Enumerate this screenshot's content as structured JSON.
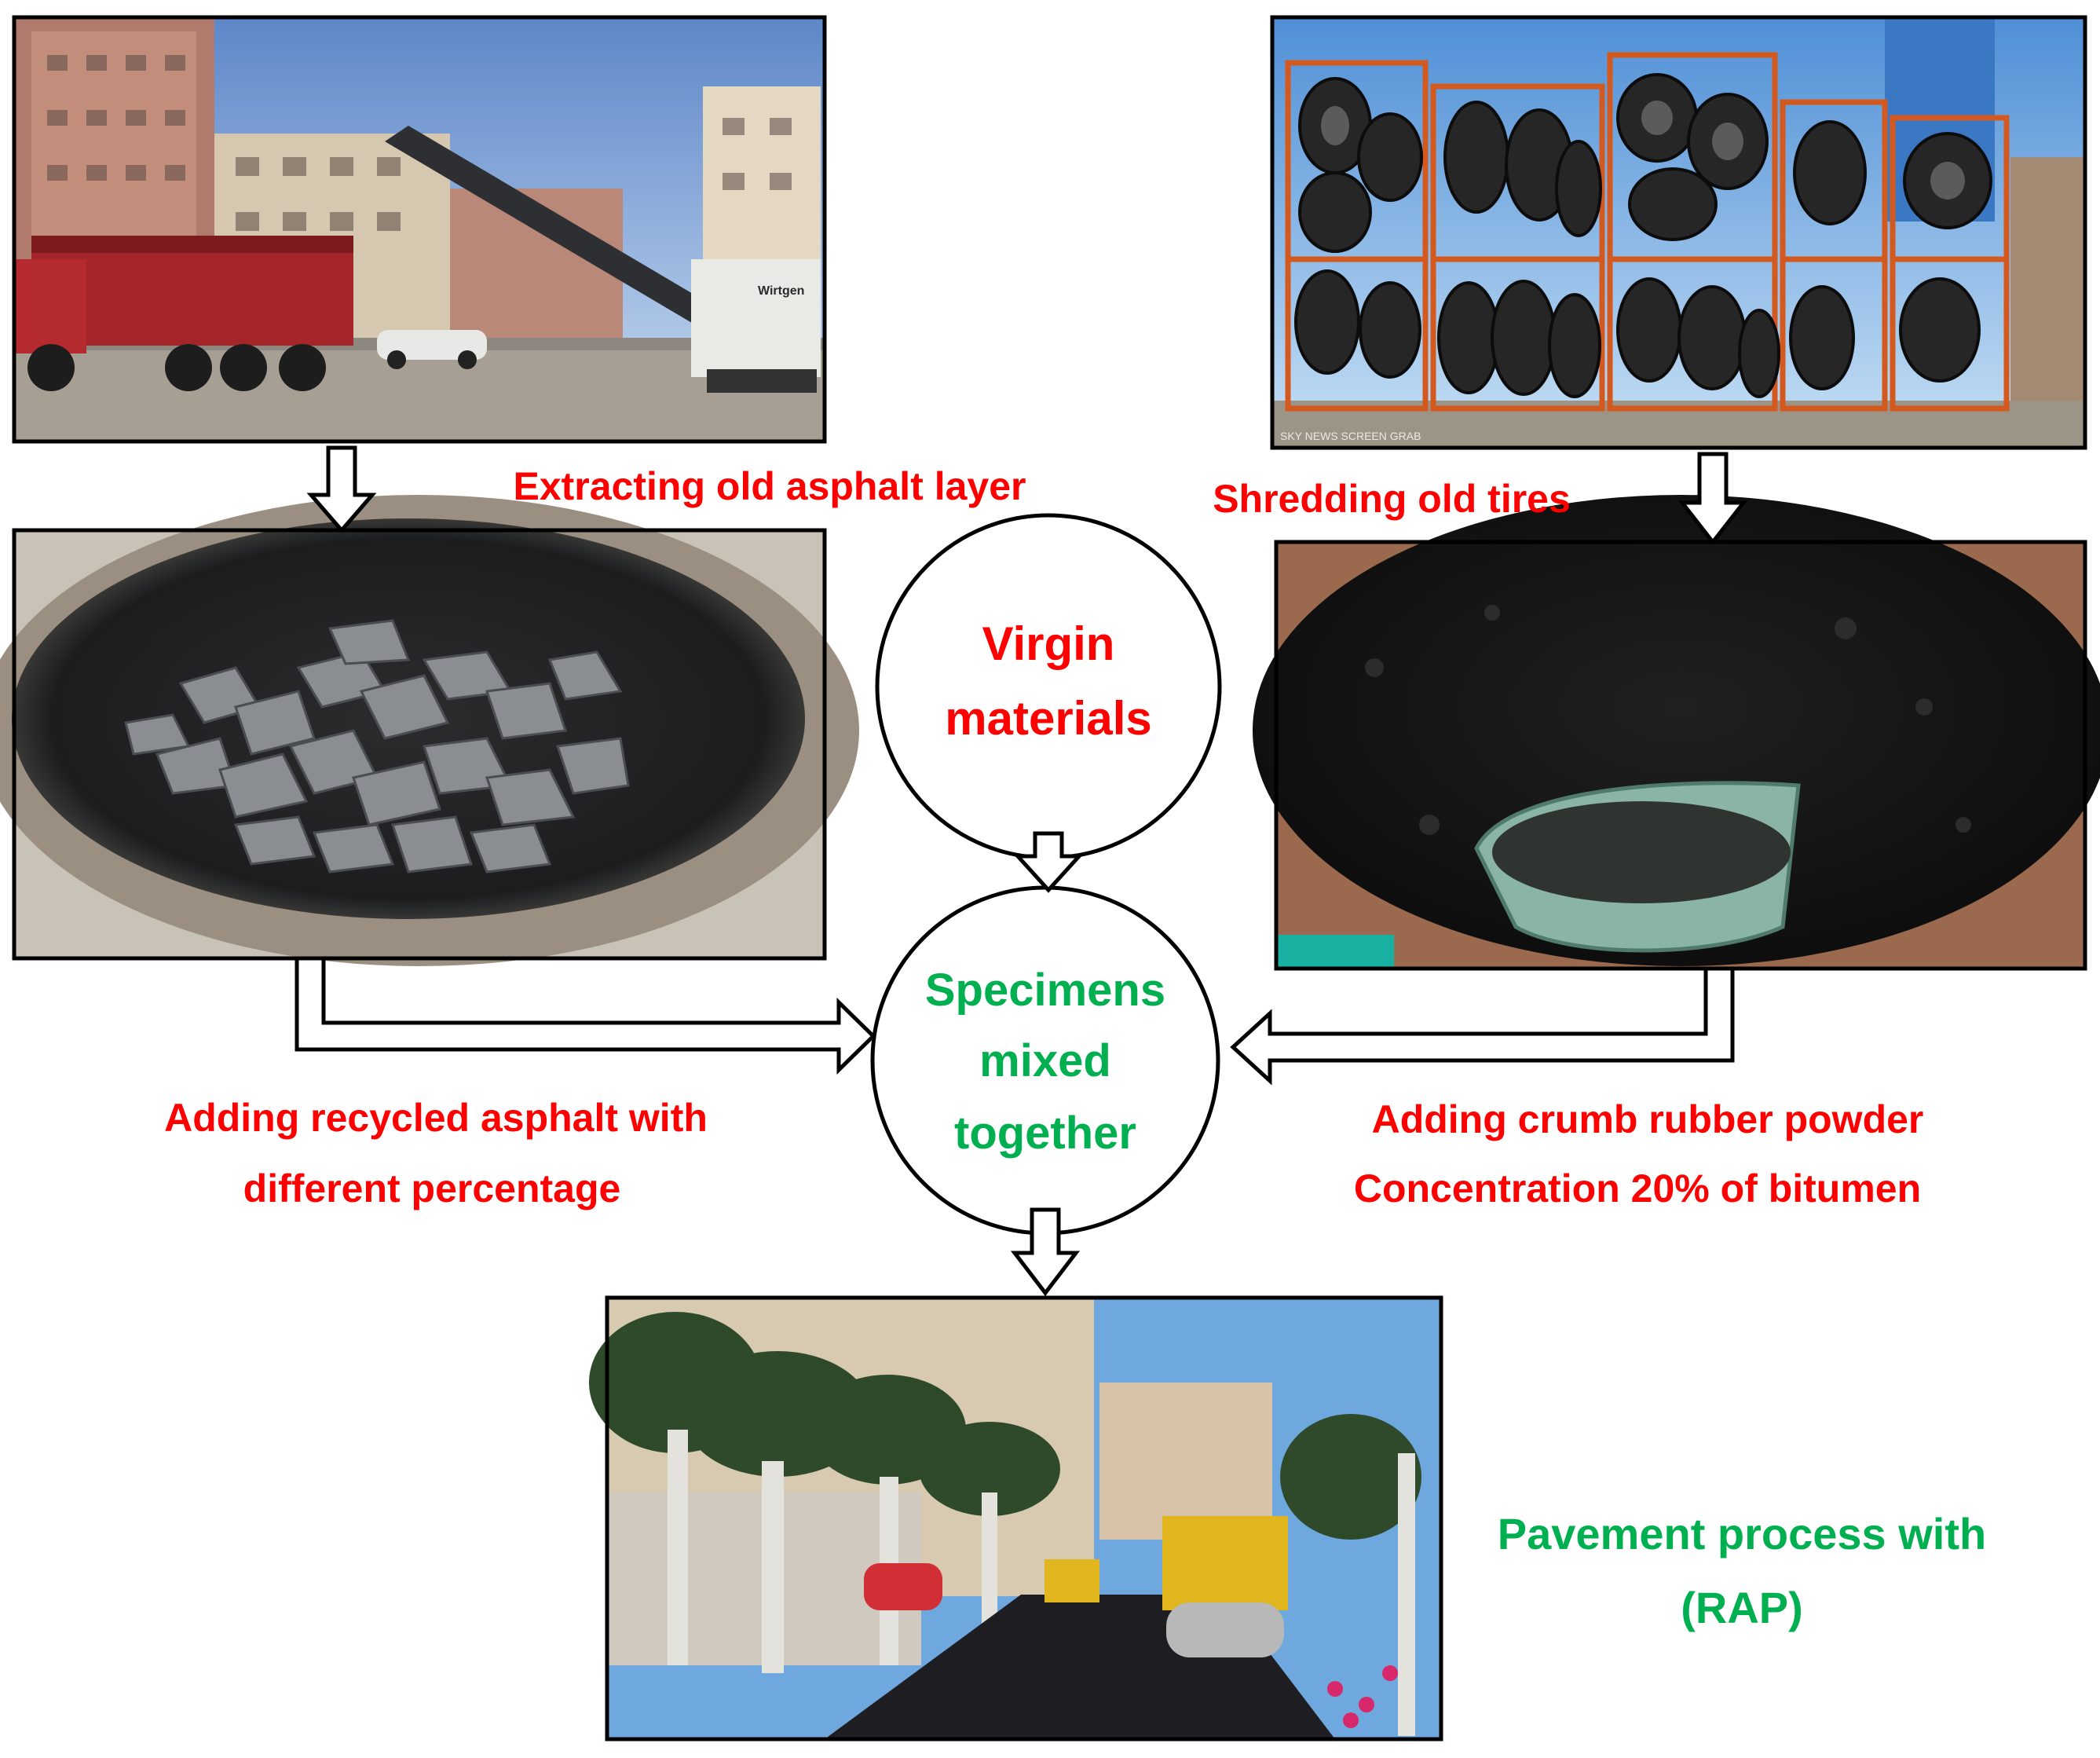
{
  "labels": {
    "extracting": "Extracting old asphalt layer",
    "shredding": "Shredding old tires",
    "virgin_line1": "Virgin",
    "virgin_line2": "materials",
    "specimens_line1": "Specimens",
    "specimens_line2": "mixed",
    "specimens_line3": "together",
    "recycled_line1": "Adding recycled asphalt with",
    "recycled_line2": "different percentage",
    "crumb_line1": "Adding crumb rubber powder",
    "crumb_line2": "Concentration 20% of bitumen",
    "pavement_line1": "Pavement process with",
    "pavement_line2": "(RAP)"
  },
  "photos": {
    "watermark": "SKY NEWS SCREEN GRAB",
    "machine_brand": "Wirtgen"
  },
  "colors": {
    "red_text": "#ff0000",
    "green_text": "#00b050",
    "outline": "#000000"
  }
}
